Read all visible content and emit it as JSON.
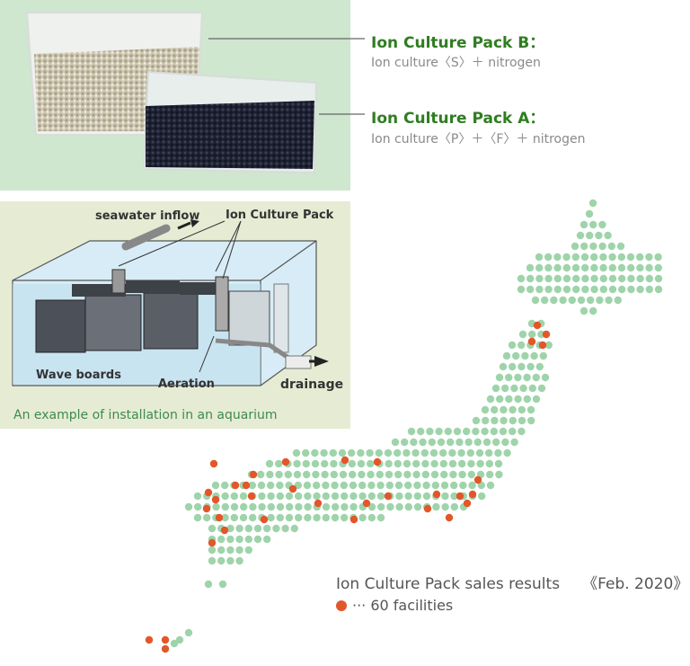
{
  "packs": [
    {
      "title": "Ion Culture Pack B：",
      "desc": "Ion culture〈S〉＋ nitrogen"
    },
    {
      "title": "Ion Culture Pack A：",
      "desc": "Ion culture〈P〉＋〈F〉＋ nitrogen"
    }
  ],
  "diagram": {
    "seawater_inflow": "seawater inflow",
    "ion_culture_pack": "Ion Culture Pack",
    "wave_boards": "Wave boards",
    "aeration": "Aeration",
    "drainage": "drainage",
    "caption": "An example of installation in an aquarium"
  },
  "legend": {
    "title": "Ion Culture Pack sales results",
    "date": "《Feb. 2020》",
    "item": "··· 60 facilities"
  },
  "colors": {
    "dot_green": "#9fd4ab",
    "dot_orange": "#e2572a",
    "title_green": "#2f7d21"
  }
}
